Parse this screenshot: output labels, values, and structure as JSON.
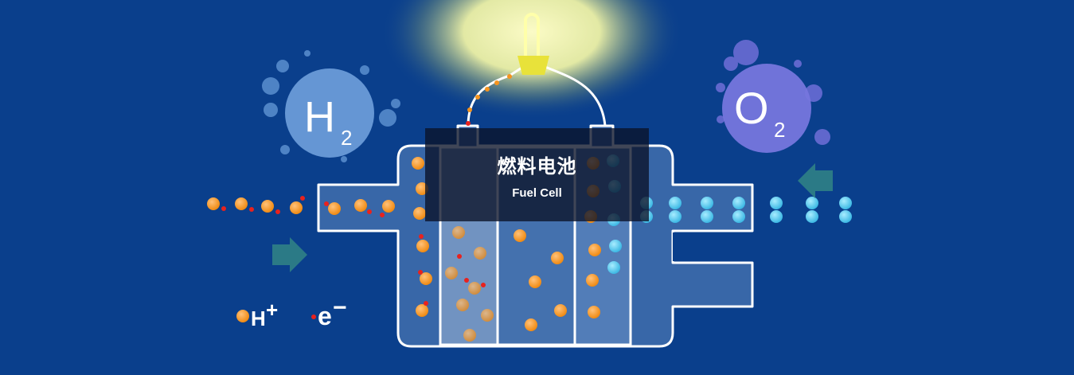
{
  "title": {
    "main": "燃料电池",
    "sub": "Fuel Cell"
  },
  "hydrogen": {
    "symbol": "H",
    "subscript": "2"
  },
  "oxygen": {
    "symbol": "O",
    "subscript": "2"
  },
  "legend": {
    "proton": "H",
    "proton_charge": "+",
    "electron": "e",
    "electron_charge": "−"
  },
  "colors": {
    "background": "#0a3f8c",
    "proton": "#f5941f",
    "electron": "#e8221e",
    "oxygen_particle": "#4fc6ec",
    "hydrogen_bubble": "#5b8fd0",
    "oxygen_bubble": "#6f6fd8",
    "lamp_glow": "#f6f6a8",
    "arrow": "#2b7a86"
  }
}
